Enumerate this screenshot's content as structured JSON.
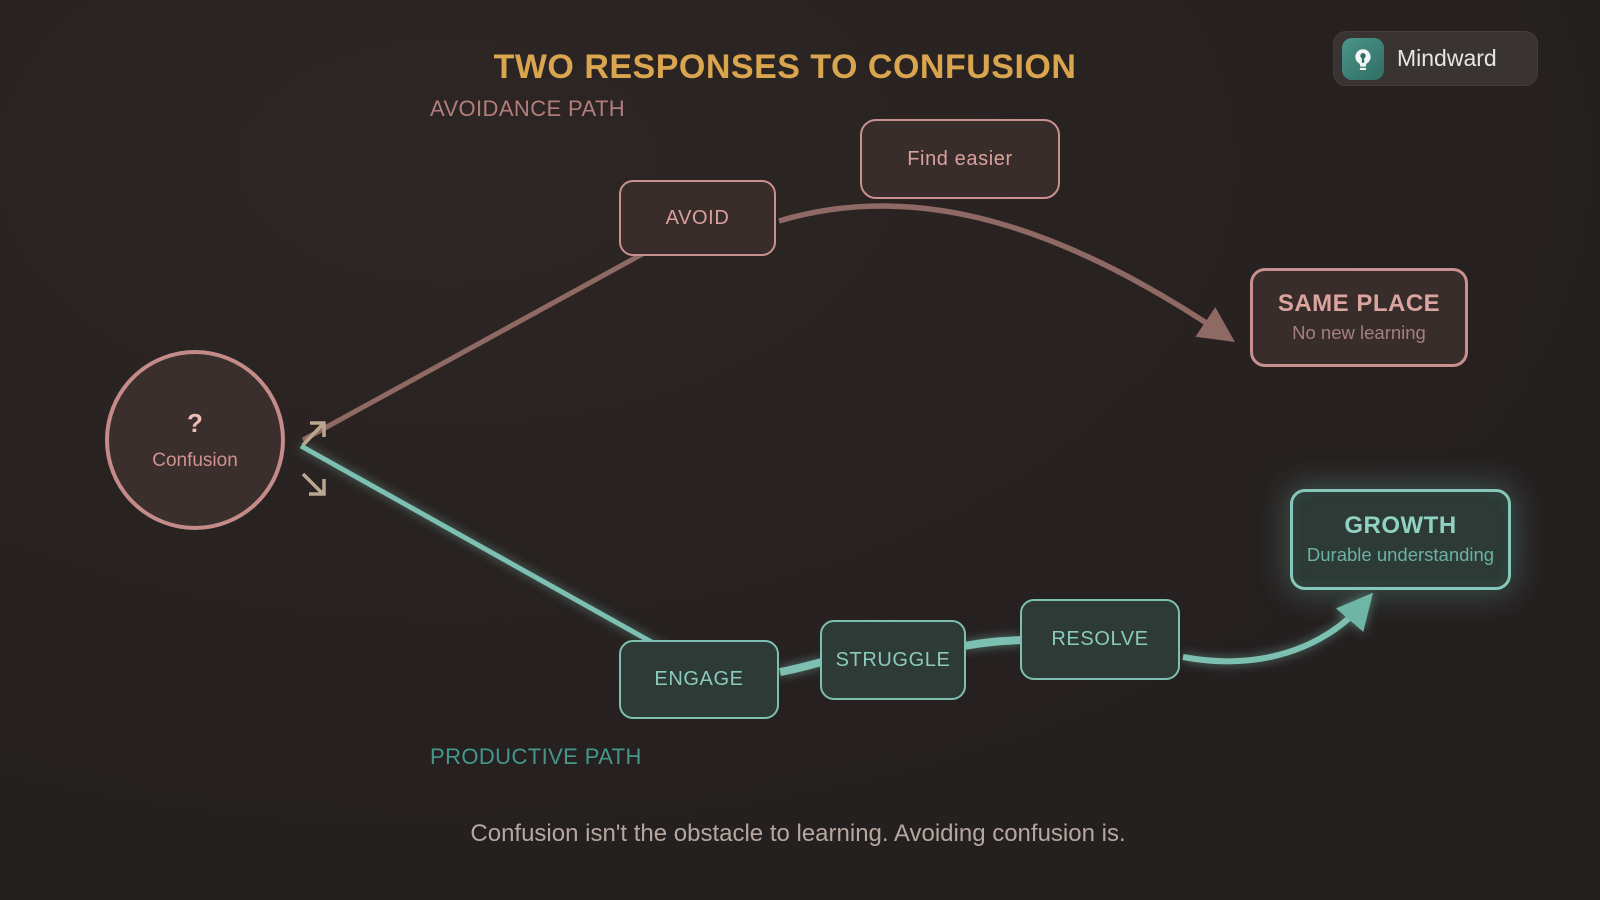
{
  "title": "TWO RESPONSES TO CONFUSION",
  "brand": {
    "name": "Mindward",
    "icon": "lightbulb-icon"
  },
  "start": {
    "symbol": "?",
    "label": "Confusion"
  },
  "avoidance": {
    "path_label": "AVOIDANCE PATH",
    "steps": [
      "AVOID",
      "Find easier"
    ],
    "outcome_title": "SAME PLACE",
    "outcome_subtitle": "No new learning"
  },
  "productive": {
    "path_label": "PRODUCTIVE PATH",
    "steps": [
      "ENGAGE",
      "STRUGGLE",
      "RESOLVE"
    ],
    "outcome_title": "GROWTH",
    "outcome_subtitle": "Durable understanding"
  },
  "caption": "Confusion isn't the obstacle to learning. Avoiding confusion is.",
  "colors": {
    "background": "#282120",
    "title_gold": "#d9a54e",
    "rose_border": "#c8908e",
    "rose_edge": "#8f6963",
    "rose_label": "#b27e7d",
    "teal_border": "#7dc0b1",
    "teal_label": "#43988b",
    "brand_teal": "#3f8276",
    "arrow_tan": "#b9a890",
    "caption_gray": "#b5a7a0"
  }
}
